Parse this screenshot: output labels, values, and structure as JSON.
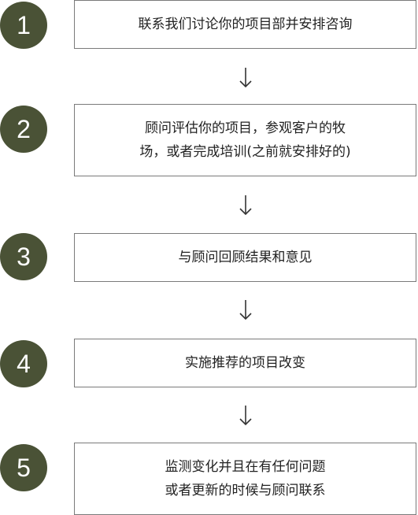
{
  "steps": [
    {
      "number": "1",
      "text": "联系我们讨论你的项目部并安排咨询"
    },
    {
      "number": "2",
      "text": "顾问评估你的项目，参观客户的牧\n场，或者完成培训(之前就安排好的)"
    },
    {
      "number": "3",
      "text": "与顾问回顾结果和意见"
    },
    {
      "number": "4",
      "text": "实施推荐的项目改变"
    },
    {
      "number": "5",
      "text": "监测变化并且在有任何问题\n或者更新的时候与顾问联系"
    }
  ],
  "colors": {
    "circle": "#4a5236",
    "box_border": "#7a7a7a",
    "arrow": "#333333"
  },
  "icons": {
    "arrow": "down-arrow-icon"
  }
}
